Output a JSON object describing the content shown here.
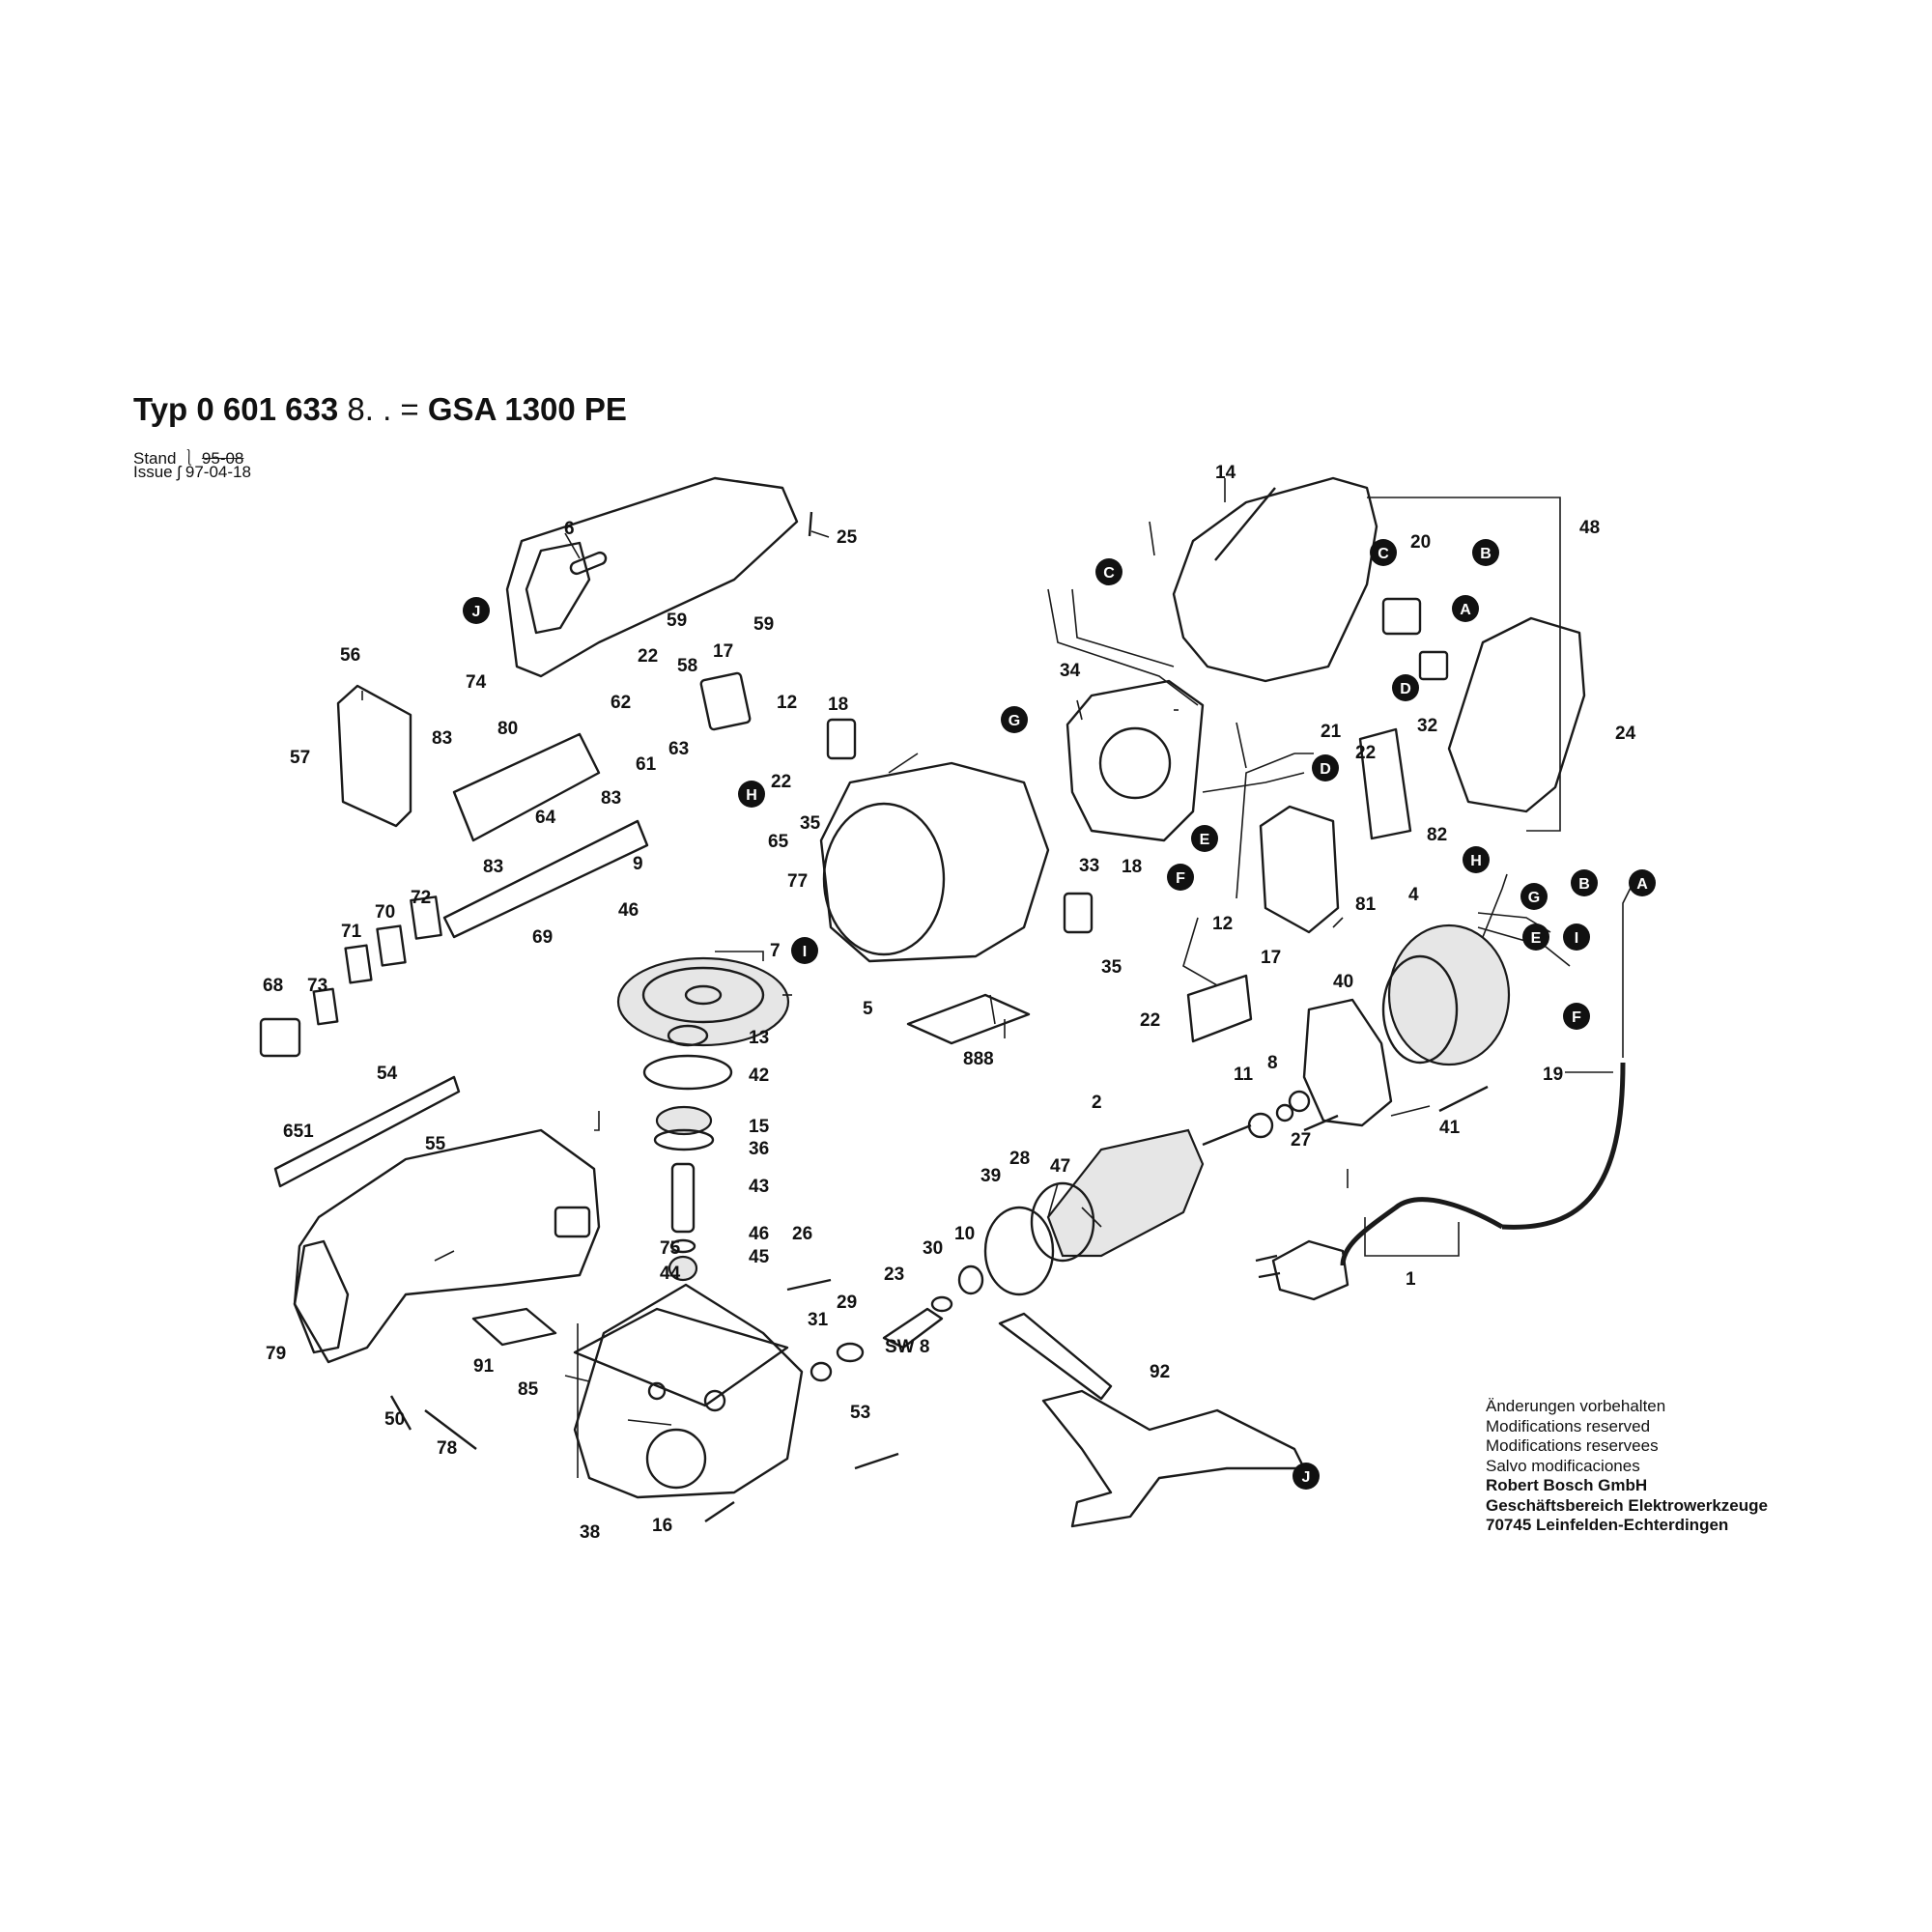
{
  "header": {
    "typ_label": "Typ",
    "number_bold_1": "0 601",
    "number_bold_2": "633",
    "number_suffix": "8. . =",
    "model": "GSA 1300 PE",
    "stand_label": "Stand",
    "stand_value": "95-08",
    "issue_label": "Issue",
    "issue_value": "97-04-18"
  },
  "callouts": [
    "1",
    "2",
    "4",
    "5",
    "6",
    "7",
    "8",
    "9",
    "10",
    "11",
    "12",
    "12",
    "13",
    "14",
    "15",
    "16",
    "17",
    "17",
    "18",
    "18",
    "19",
    "20",
    "21",
    "22",
    "22",
    "22",
    "22",
    "23",
    "24",
    "25",
    "26",
    "27",
    "28",
    "29",
    "30",
    "31",
    "32",
    "33",
    "34",
    "35",
    "35",
    "36",
    "38",
    "39",
    "40",
    "41",
    "42",
    "43",
    "44",
    "45",
    "46",
    "46",
    "47",
    "48",
    "50",
    "53",
    "54",
    "55",
    "56",
    "57",
    "58",
    "59",
    "59",
    "61",
    "62",
    "63",
    "64",
    "65",
    "68",
    "69",
    "70",
    "71",
    "72",
    "73",
    "74",
    "75",
    "77",
    "78",
    "79",
    "80",
    "81",
    "82",
    "83",
    "83",
    "83",
    "85",
    "91",
    "92",
    "651",
    "888",
    "SW 8"
  ],
  "connectors": [
    "A",
    "A",
    "B",
    "B",
    "C",
    "C",
    "D",
    "D",
    "E",
    "E",
    "F",
    "F",
    "G",
    "G",
    "H",
    "H",
    "I",
    "I",
    "J",
    "J"
  ],
  "notes": {
    "line1": "Änderungen vorbehalten",
    "line2": "Modifications reserved",
    "line3": "Modifications reservees",
    "line4": "Salvo modificaciones",
    "company": "Robert Bosch GmbH",
    "division": "Geschäftsbereich Elektrowerkzeuge",
    "address": "70745 Leinfelden-Echterdingen"
  }
}
